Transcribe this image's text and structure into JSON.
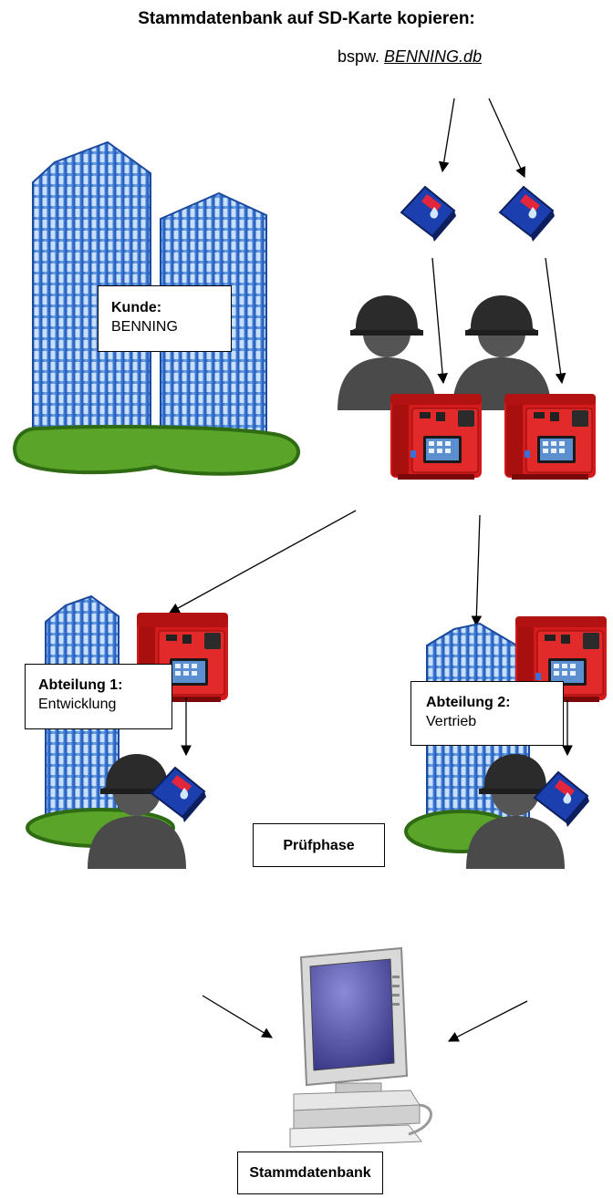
{
  "header": {
    "title": "Stammdatenbank auf SD-Karte kopieren:",
    "example_prefix": "bspw.",
    "example_file": "BENNING.db"
  },
  "customer": {
    "label": "Kunde:",
    "name": "BENNING"
  },
  "department1": {
    "label": "Abteilung 1:",
    "name": "Entwicklung"
  },
  "department2": {
    "label": "Abteilung 2:",
    "name": "Vertrieb"
  },
  "phase": {
    "label": "Prüfphase"
  },
  "database": {
    "label": "Stammdatenbank"
  },
  "colors": {
    "building_blue": "#2f6fd0",
    "window_light": "#cfe6ff",
    "tree_green": "#5aa42a",
    "tree_dark": "#2f6b12",
    "person_gray": "#4d4d4d",
    "device_red": "#d81f1f",
    "sd_card_blue": "#1a3aa8",
    "sd_card_red": "#e0263a",
    "monitor_screen": "#3a3a8a"
  },
  "icons": [
    "office-building-icon",
    "sd-card-icon",
    "worker-icon",
    "test-device-icon",
    "computer-icon",
    "arrow-icon"
  ]
}
